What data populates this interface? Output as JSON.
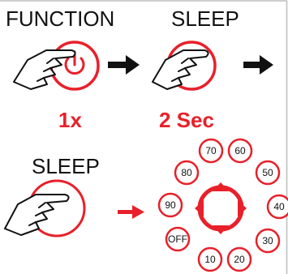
{
  "steps": [
    {
      "label": "FUNCTION",
      "caption": "1x"
    },
    {
      "label": "SLEEP",
      "caption": "2 Sec"
    },
    {
      "label": "SLEEP"
    }
  ],
  "timer_options": [
    "70",
    "60",
    "80",
    "50",
    "90",
    "40",
    "OFF",
    "30",
    "10",
    "20"
  ],
  "colors": {
    "accent": "#e8202a",
    "ink": "#111111",
    "border": "#bdbdbd"
  }
}
